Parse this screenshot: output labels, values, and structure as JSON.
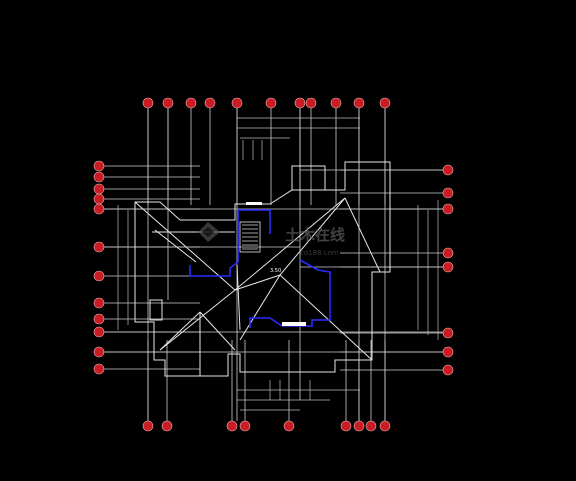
{
  "drawing": {
    "background_color": "#000000",
    "line_color": "#e6e6e6",
    "accent_wall_color": "#2b2bff",
    "axis_bubble_color": "#c81d25"
  },
  "watermark": {
    "brand_text": "土木在线",
    "sub_text": "co188.com",
    "icon": "logo-icon"
  },
  "room_label": "3.50"
}
